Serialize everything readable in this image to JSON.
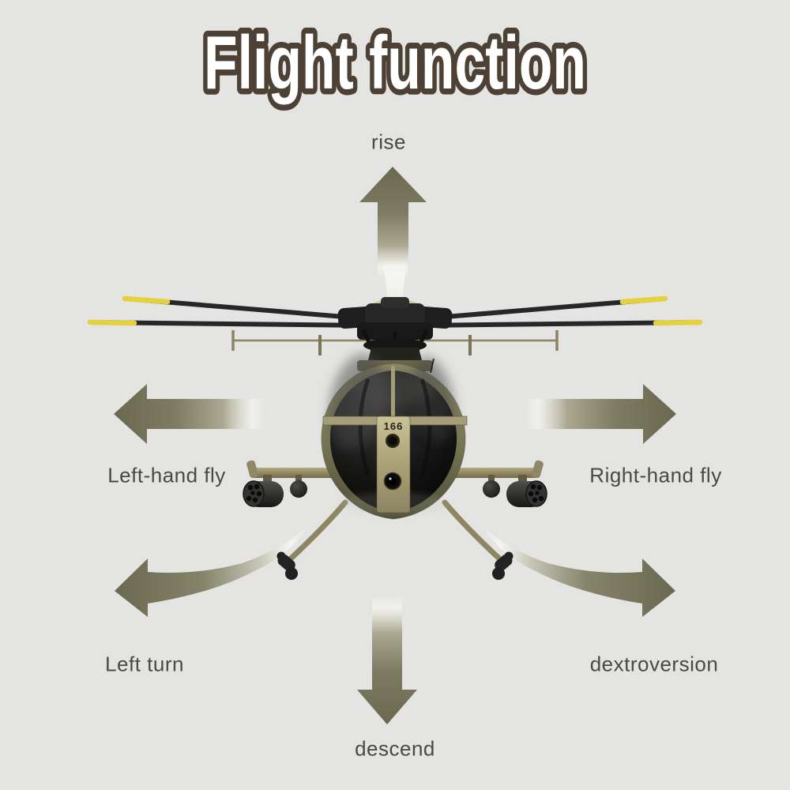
{
  "title": "Flight function",
  "annotations": {
    "rise": "rise",
    "left_hand_fly": "Left-hand fly",
    "right_hand_fly": "Right-hand fly",
    "left_turn": "Left turn",
    "dextroversion": "dextroversion",
    "descend": "descend"
  },
  "helicopter": {
    "nose_marking": "166"
  },
  "colors": {
    "background": "#e4e4e2",
    "arrow_olive": "#6c6b52",
    "label_text": "#4b4845",
    "title_fill": "#ffffff",
    "title_outline": "#4c4134",
    "body_olive": "#7b7a58",
    "panel_khaki": "#b7ae85",
    "rotor_black": "#27272a",
    "blade_tip_yellow": "#e4d23c",
    "canopy_black": "#0a0a0a"
  }
}
